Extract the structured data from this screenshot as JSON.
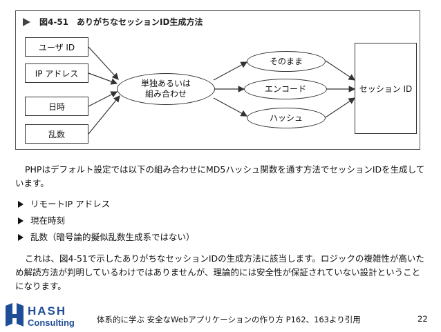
{
  "figure": {
    "title": "図4-51　ありがちなセッションID生成方法",
    "inputs": [
      "ユーザ ID",
      "IP アドレス",
      "日時",
      "乱数"
    ],
    "combiner": "単独あるいは\n組み合わせ",
    "methods": [
      "そのまま",
      "エンコード",
      "ハッシュ"
    ],
    "output": "セッション ID"
  },
  "intro": "PHPはデフォルト設定では以下の組み合わせにMD5ハッシュ関数を通す方法でセッションIDを生成しています。",
  "bullets": [
    "リモートIP アドレス",
    "現在時刻",
    "乱数（暗号論的擬似乱数生成系ではない）"
  ],
  "conclusion": "これは、図4-51で示したありがちなセッションIDの生成方法に該当します。ロジックの複雑性が高いため解読方法が判明しているわけではありませんが、理論的には安全性が保証されていない設計ということになります。",
  "footer": {
    "logo_top": "HASH",
    "logo_bottom": "Consulting",
    "citation": "体系的に学ぶ 安全なWebアプリケーションの作り方 P162、163より引用",
    "page": "22"
  },
  "colors": {
    "logo_blue": "#1f4e96"
  }
}
